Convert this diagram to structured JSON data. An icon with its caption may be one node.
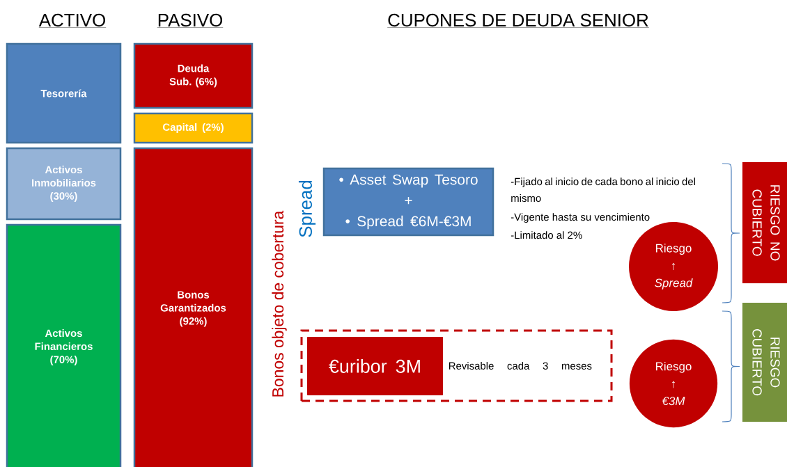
{
  "diagram": {
    "title": "CUPONES DE DEUDA SENIOR",
    "nodes": [
      {
        "text": [
          "Tesorería"
        ]
      },
      {
        "text": [
          "Activos Inmobiliarios (30%)"
        ]
      },
      {
        "text": [
          "Activos Financieros (70%)"
        ]
      },
      {
        "text": [
          "Deuda Sub. (6%)"
        ]
      },
      {
        "text": [
          "Capital (2%)"
        ]
      },
      {
        "text": [
          "Bonos Garantizados (92%)"
        ]
      },
      {
        "text": [
          "• Asset Swap Tesoro",
          "+",
          "• Spread €6M-€3M"
        ],
        "beside": [
          "Spread"
        ]
      },
      {
        "text": [
          "Revisable cada 3 meses"
        ]
      },
      {
        "text": [
          "€uribor 3M"
        ],
        "in": 7
      },
      {
        "text": [
          "Riesgo",
          "↑",
          "Spread"
        ]
      },
      {
        "text": [
          "Riesgo",
          "↑",
          "€3M"
        ]
      },
      {
        "text": [
          "RIESGO NO CUBIERTO"
        ]
      },
      {
        "text": [
          "RIESGO CUBIERTO"
        ]
      }
    ],
    "labels": [
      "ACTIVO",
      "PASIVO",
      "Bonos objeto de cobertura",
      "-Fijado al inicio de cada bono  al inicio del mismo",
      "-Vigente hasta su vencimiento",
      "-Limitado al 2%"
    ]
  }
}
